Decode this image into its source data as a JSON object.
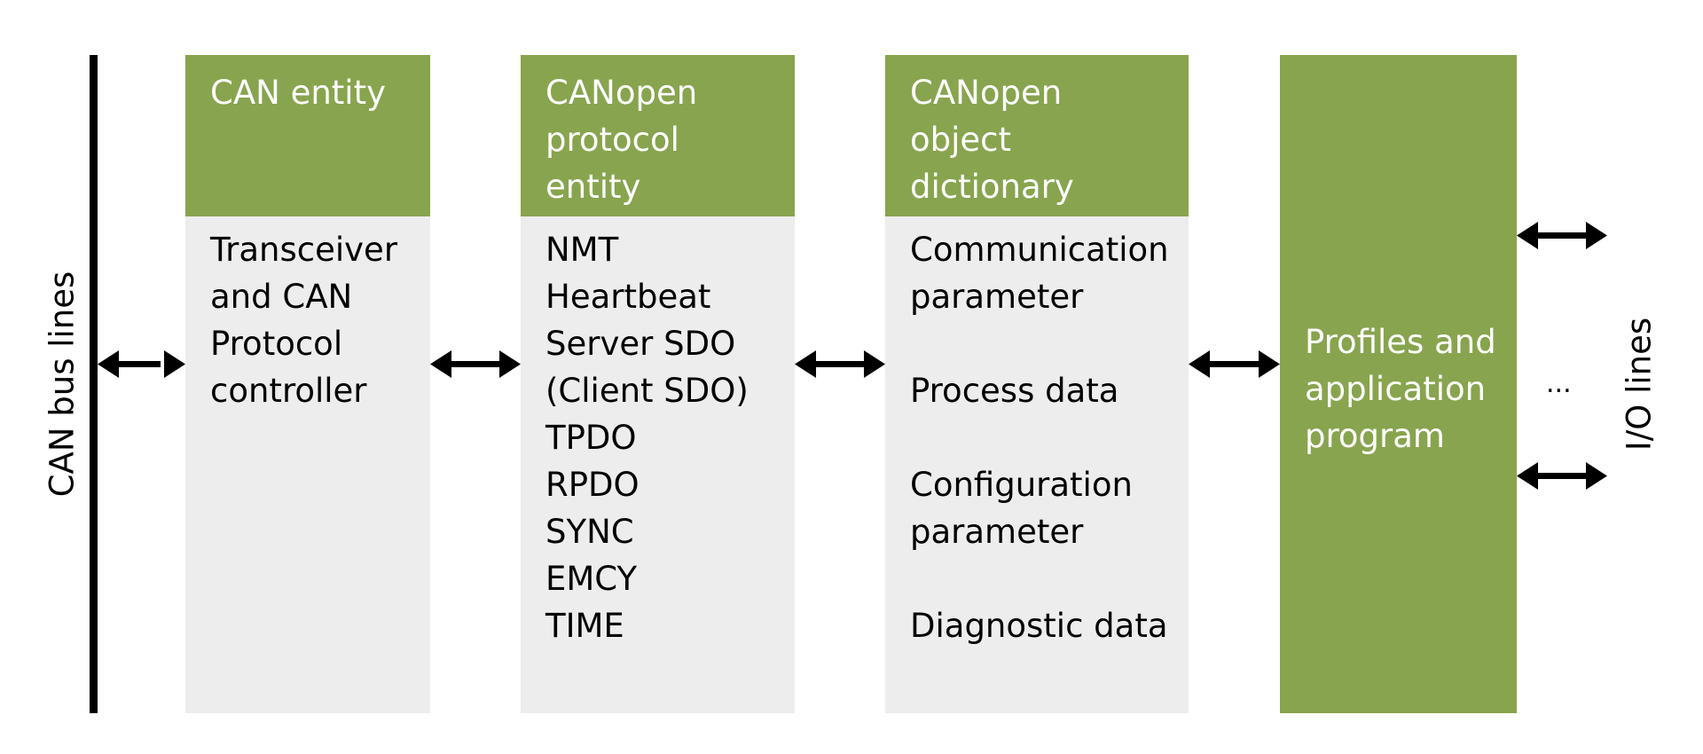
{
  "bus": {
    "left_label": "CAN bus lines",
    "right_label": "I/O lines",
    "ellipsis": "..."
  },
  "columns": [
    {
      "header": [
        "CAN entity"
      ],
      "body": [
        "Transceiver",
        "and CAN",
        "Protocol",
        "controller"
      ]
    },
    {
      "header": [
        "CANopen",
        "protocol",
        "entity"
      ],
      "body": [
        "NMT",
        "Heartbeat",
        "Server SDO",
        "(Client SDO)",
        "TPDO",
        "RPDO",
        "SYNC",
        "EMCY",
        "TIME"
      ]
    },
    {
      "header": [
        "CANopen",
        "object",
        "dictionary"
      ],
      "body": [
        "Communication",
        "parameter",
        "",
        "Process data",
        "",
        "Configuration",
        "parameter",
        "",
        "Diagnostic data"
      ]
    }
  ],
  "profiles": [
    "Profiles and",
    "application",
    "program"
  ],
  "colors": {
    "green": "#88a44e",
    "light_gray": "#ededed",
    "black": "#000000"
  }
}
